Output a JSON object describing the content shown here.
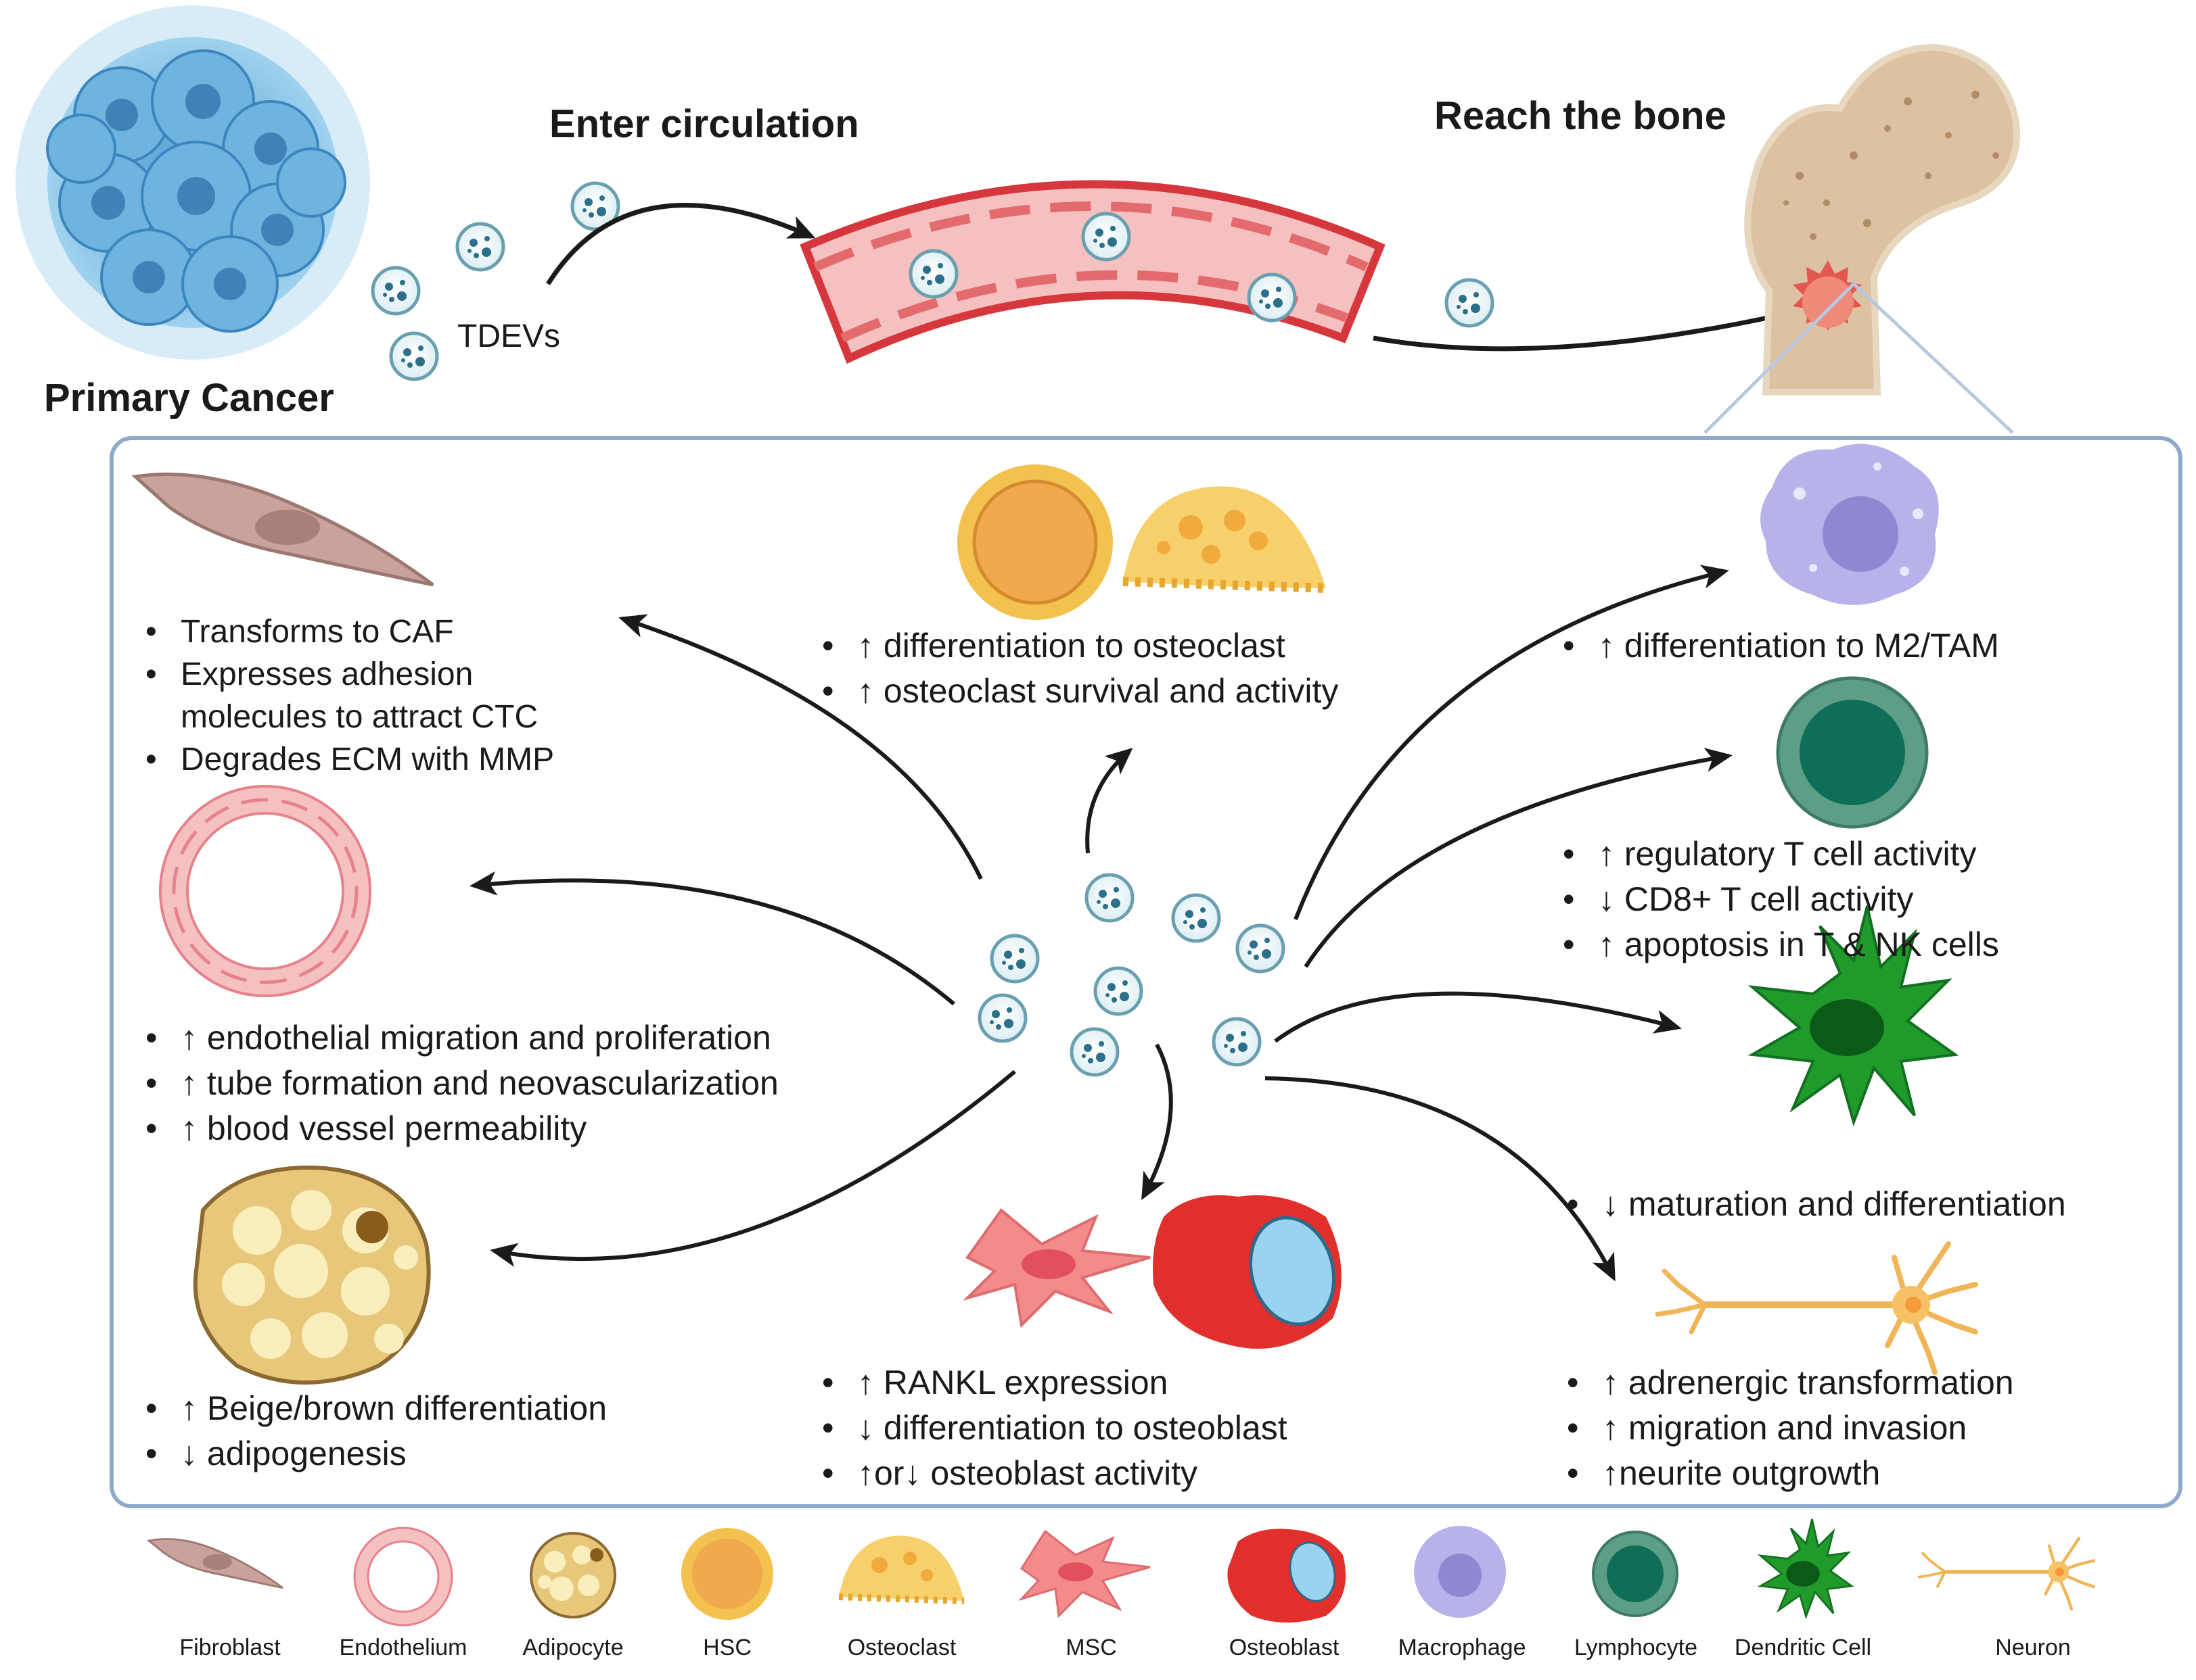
{
  "top": {
    "primary_cancer": "Primary Cancer",
    "enter_circulation": "Enter circulation",
    "reach_bone": "Reach the bone",
    "tdevs": "TDEVs"
  },
  "effects": {
    "fibroblast": [
      "Transforms to CAF",
      "Expresses adhesion",
      "molecules to attract CTC",
      "Degrades ECM with MMP"
    ],
    "osteoclast": [
      "↑ differentiation to osteoclast",
      "↑ osteoclast survival and activity"
    ],
    "macrophage": [
      "↑ differentiation to M2/TAM"
    ],
    "lymphocyte": [
      "↑ regulatory T cell activity",
      "↓ CD8+ T cell activity",
      "↑ apoptosis in T & NK cells"
    ],
    "endothelium": [
      "↑ endothelial migration and proliferation",
      "↑ tube formation and neovascularization",
      "↑ blood vessel permeability"
    ],
    "dendritic": [
      "↓ maturation and differentiation"
    ],
    "adipocyte": [
      "↑ Beige/brown differentiation",
      "↓ adipogenesis"
    ],
    "osteoblast": [
      "↑ RANKL expression",
      "↓ differentiation to osteoblast",
      "↑or↓  osteoblast activity"
    ],
    "neuron": [
      "↑ adrenergic transformation",
      "↑ migration and invasion",
      "↑neurite outgrowth"
    ]
  },
  "legend": [
    "Fibroblast",
    "Endothelium",
    "Adipocyte",
    "HSC",
    "Osteoclast",
    "MSC",
    "Osteoblast",
    "Macrophage",
    "Lymphocyte",
    "Dendritic Cell",
    "Neuron"
  ],
  "colors": {
    "box_border": "#8fa9c9",
    "arrow": "#1a1a1a",
    "vessel": "#f5c0c0",
    "vessel_wall": "#d6373c",
    "cancer": "#5aa8d8",
    "vesicle": "#2b6f8a"
  }
}
